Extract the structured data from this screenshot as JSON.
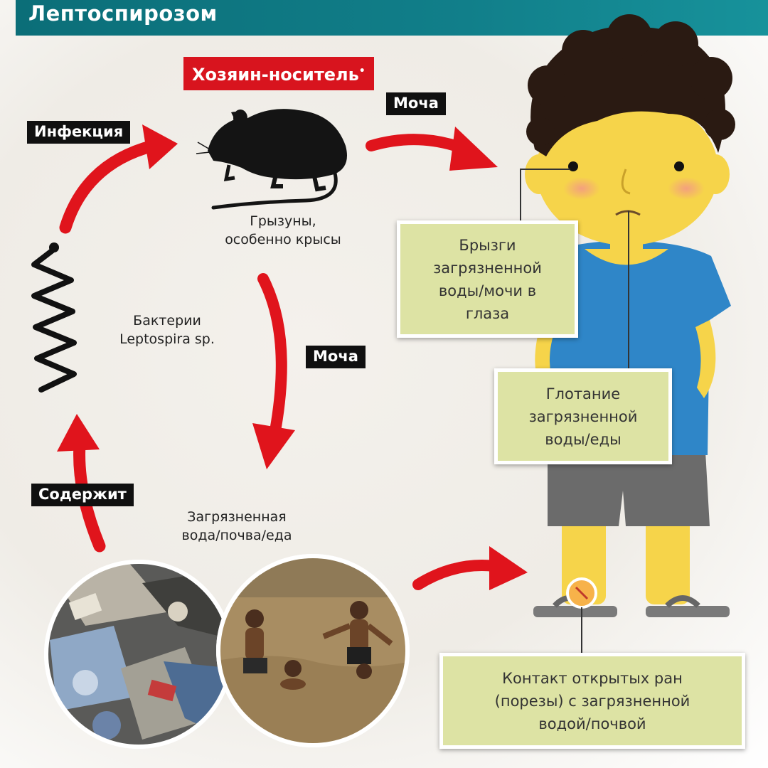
{
  "title": "Лептоспирозом",
  "host_label": "Хозяин-носитель",
  "host_marker": "•",
  "arrow_labels": {
    "infection": "Инфекция",
    "urine_top": "Моча",
    "urine_middle": "Моча",
    "contains": "Содержит"
  },
  "rodent_caption": [
    "Грызуны,",
    "особенно крысы"
  ],
  "bacteria_caption": [
    "Бактерии",
    "Leptospira sp."
  ],
  "environment_caption": [
    "Загрязненная",
    "вода/почва/еда"
  ],
  "transmission_boxes": {
    "eyes": [
      "Брызги",
      "загрязненной",
      "воды/мочи в",
      "глаза"
    ],
    "swallowing": [
      "Глотание",
      "загрязненной",
      "воды/еды"
    ],
    "wounds": [
      "Контакт открытых ран",
      "(порезы) с загрязненной",
      "водой/почвой"
    ]
  },
  "colors": {
    "arrow_red": "#e0141c",
    "title_teal": "#117f8a",
    "box_green": "#dde3a4",
    "shirt_blue": "#2f86c8",
    "shorts_gray": "#6b6b6b",
    "skin_yellow": "#f6d44a"
  },
  "icons": [
    "rat-icon",
    "bacteria-spiral-icon",
    "boy-illustration",
    "garbage-photo",
    "flood-water-photo"
  ]
}
